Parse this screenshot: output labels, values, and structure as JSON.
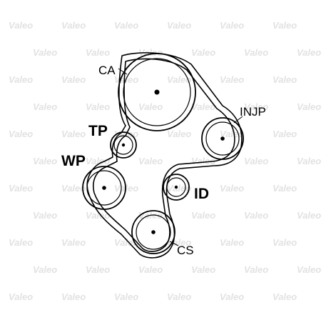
{
  "watermark": {
    "text": "Valeo",
    "color": "#e2e2e2"
  },
  "pulleys": {
    "ca": {
      "label": "CA"
    },
    "injp": {
      "label": "INJP"
    },
    "tp": {
      "label": "TP"
    },
    "wp": {
      "label": "WP"
    },
    "id": {
      "label": "ID"
    },
    "cs": {
      "label": "CS"
    }
  },
  "colors": {
    "ink": "#000000",
    "background": "#ffffff"
  }
}
